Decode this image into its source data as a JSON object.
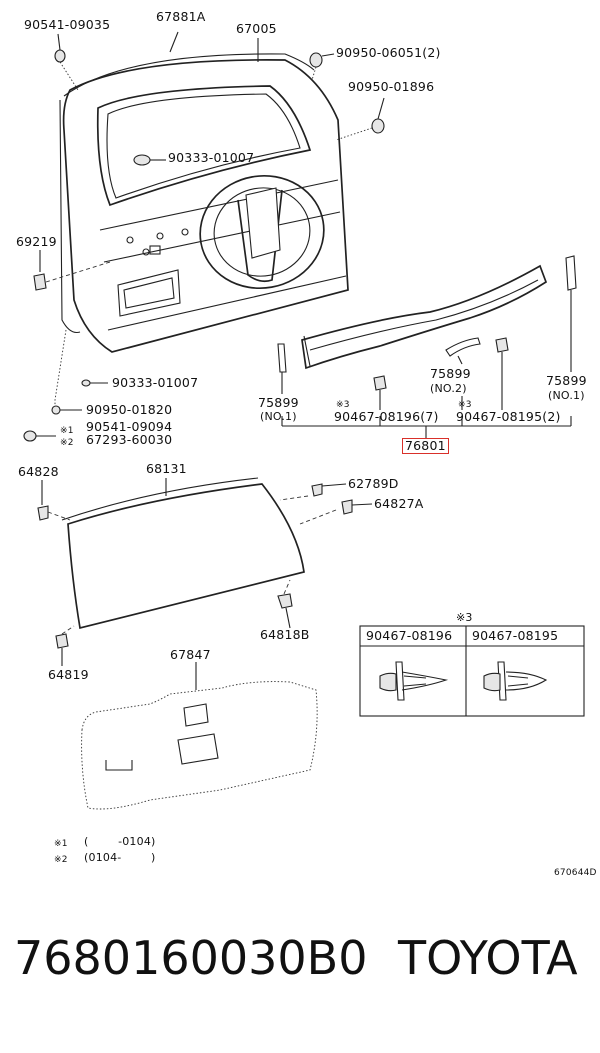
{
  "callouts": {
    "c_90541_09035": "90541-09035",
    "c_67881A": "67881A",
    "c_67005": "67005",
    "c_90950_06051": "90950-06051(2)",
    "c_90950_01896": "90950-01896",
    "c_90333_01007a": "90333-01007",
    "c_69219": "69219",
    "c_90333_01007b": "90333-01007",
    "c_90950_01820": "90950-01820",
    "c_90541_09094": "90541-09094",
    "c_67293_60030": "67293-60030",
    "m1": "※1",
    "m2": "※2",
    "c_75899_left": "75899",
    "c_no1_left": "(NO.1)",
    "m3a": "※3",
    "c_90467_08196": "90467-08196(7)",
    "c_75899_mid": "75899",
    "c_no2": "(NO.2)",
    "m3b": "※3",
    "c_90467_08195": "90467-08195(2)",
    "c_75899_right": "75899",
    "c_no1_right": "(NO.1)",
    "c_76801": "76801",
    "c_64828": "64828",
    "c_68131": "68131",
    "c_62789D": "62789D",
    "c_64827A": "64827A",
    "c_64818B": "64818B",
    "c_64819": "64819",
    "c_67847": "67847"
  },
  "detail_table": {
    "marker": "※3",
    "col1": "90467-08196",
    "col2": "90467-08195"
  },
  "notes": {
    "n1_mark": "※1",
    "n1_text": "(        -0104)",
    "n2_mark": "※2",
    "n2_text": "(0104-        )"
  },
  "diagram_code": "670644D",
  "footer": {
    "part_number": "7680160030B0",
    "brand": "TOYOTA"
  },
  "colors": {
    "highlight": "#d9302a",
    "line": "#222222",
    "background": "#ffffff"
  }
}
